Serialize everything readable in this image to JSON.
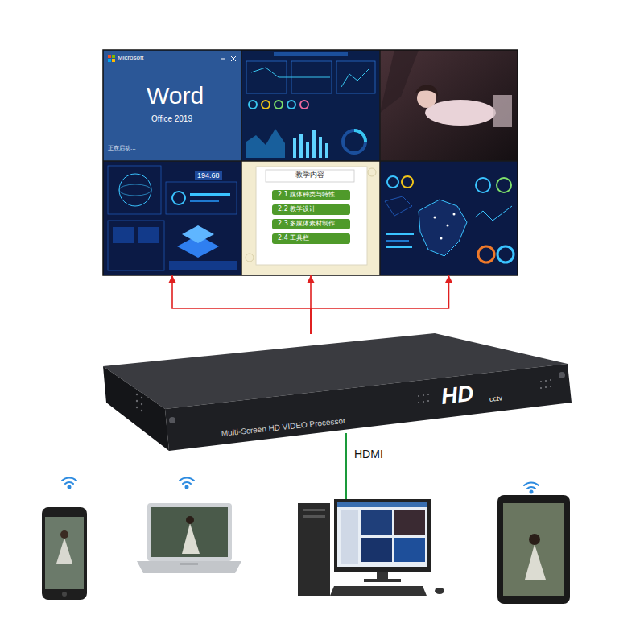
{
  "diagram": {
    "nodes": [
      {
        "text": [
          "Microsoft",
          "Word",
          "Office 2019",
          "正在启动..."
        ]
      },
      {
        "text": [
          "194.68"
        ]
      },
      {
        "text": [
          "教学内容"
        ]
      },
      {
        "text": [
          "2.1 媒体种类与特性"
        ],
        "in": 2
      },
      {
        "text": [
          "2.2 教学设计"
        ],
        "in": 2
      },
      {
        "text": [
          "2.3 多媒体素材制作"
        ],
        "in": 2
      },
      {
        "text": [
          "2.4 工具栏"
        ],
        "in": 2
      },
      {
        "text": []
      },
      {
        "text": [
          "Multi-Screen HD VIDEO Processor",
          "HD",
          "cctv"
        ]
      }
    ],
    "edges": [
      {
        "from": 8,
        "to": 1,
        "arrow": "to"
      },
      {
        "from": 8,
        "to": 2,
        "arrow": "to"
      },
      {
        "from": 8,
        "to": 7,
        "arrow": "to"
      }
    ],
    "labels": [
      "HDMI"
    ]
  }
}
